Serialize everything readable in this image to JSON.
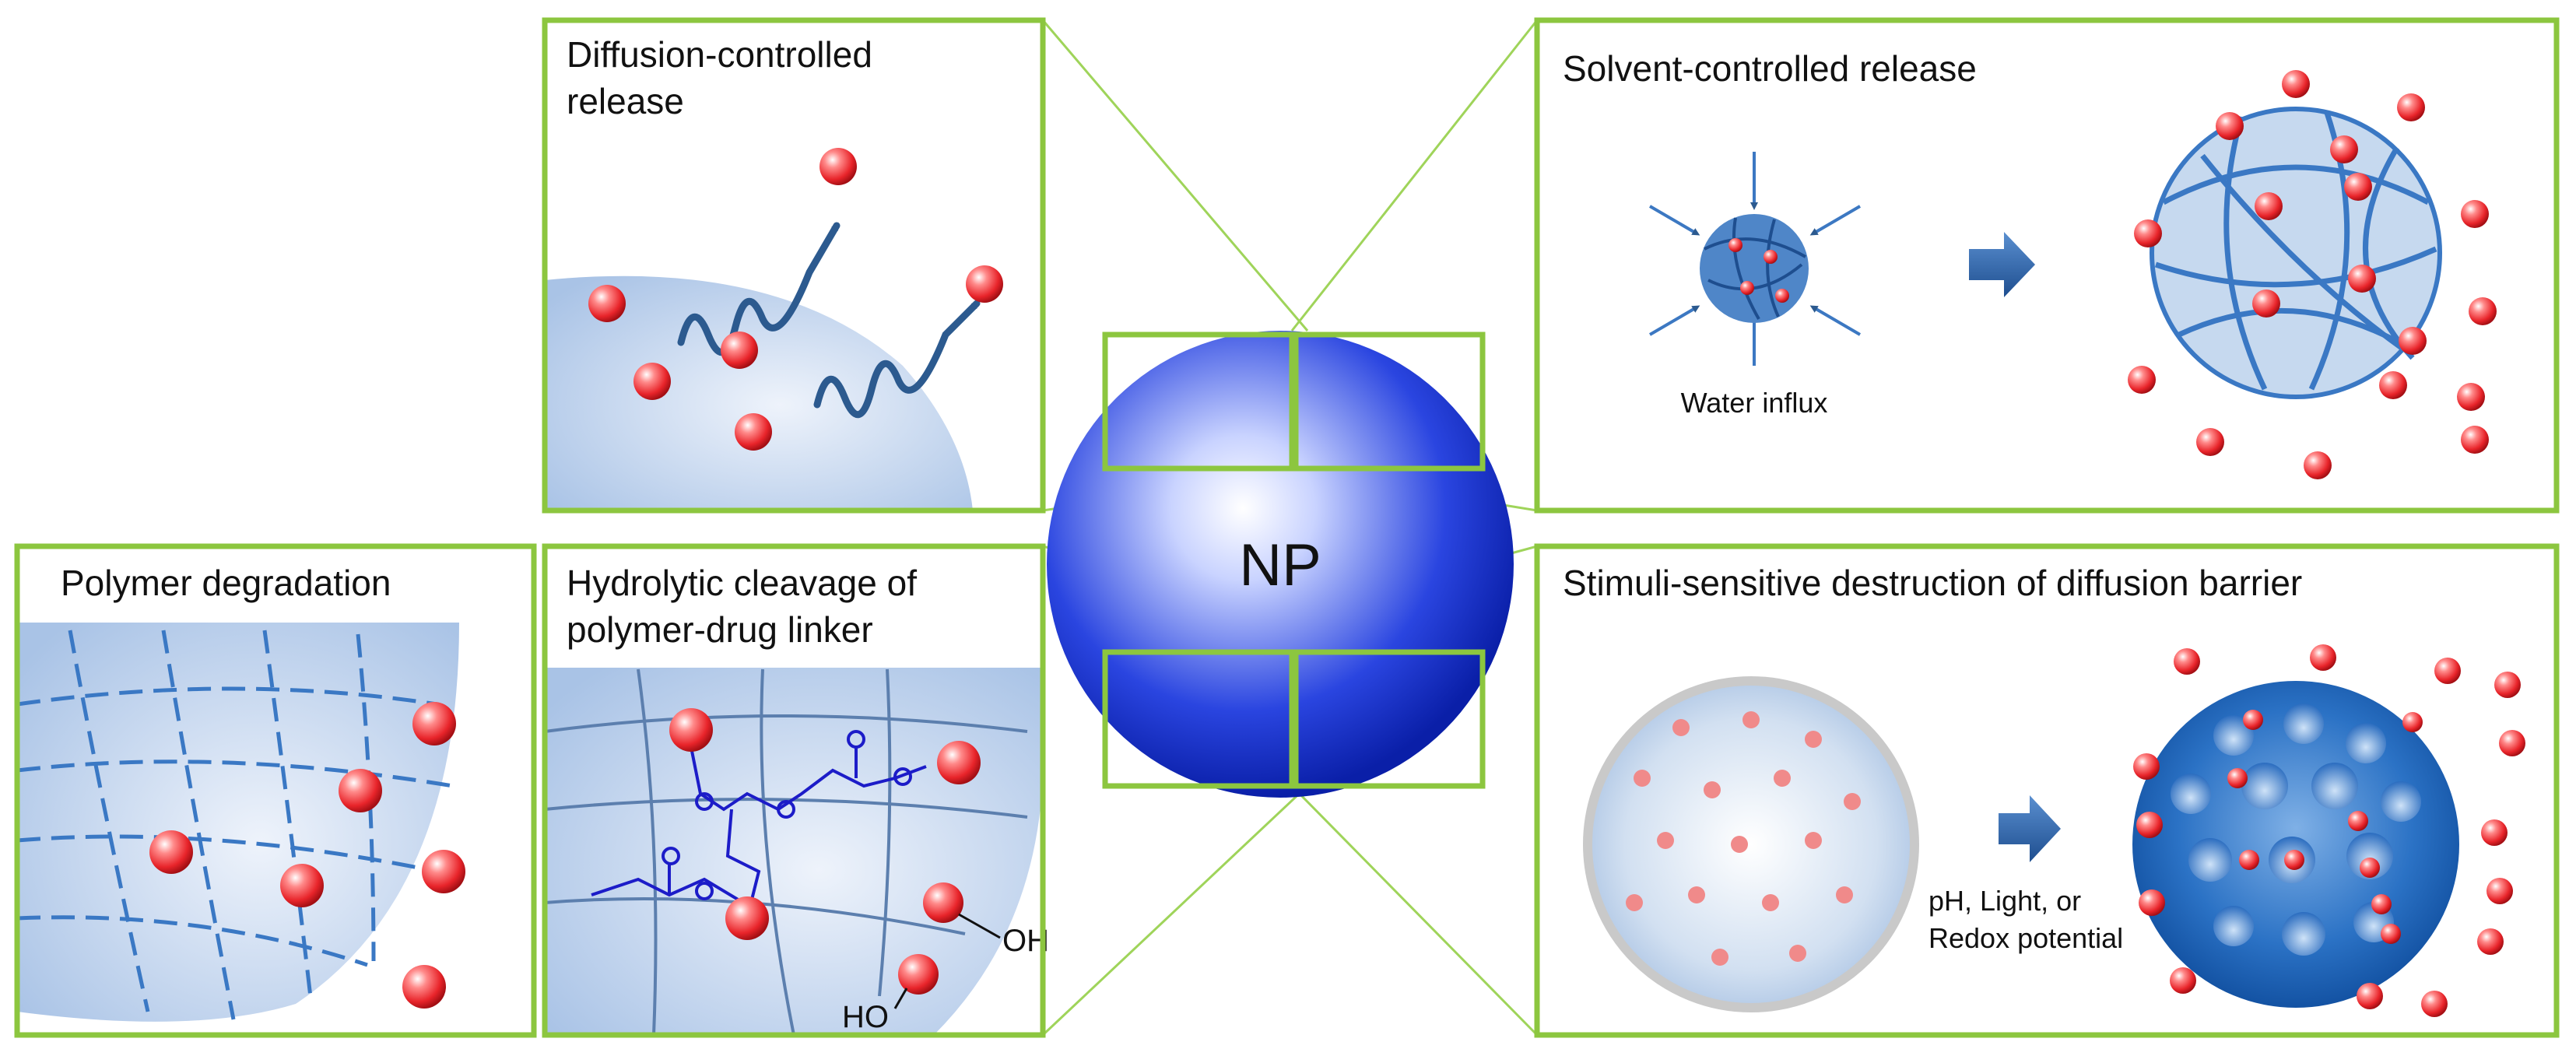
{
  "center": {
    "label": "NP"
  },
  "panels": {
    "diffusion": {
      "title_line1": "Diffusion-controlled",
      "title_line2": "release"
    },
    "solvent": {
      "title": "Solvent-controlled release",
      "influx_label": "Water influx"
    },
    "degradation": {
      "title": "Polymer degradation"
    },
    "hydrolytic": {
      "title_line1": "Hydrolytic cleavage of",
      "title_line2": "polymer-drug linker",
      "oh_label": "OH",
      "ho_label": "HO"
    },
    "stimuli": {
      "title": "Stimuli-sensitive destruction of diffusion barrier",
      "trigger_line1": "pH,  Light, or",
      "trigger_line2": "Redox potential"
    }
  },
  "colors": {
    "frame": "#8cc63f",
    "drug": "#e8242a",
    "polymer": "#2f6fb6",
    "nanoparticle": "#1a3fd6",
    "linker": "#1c1cc8"
  }
}
